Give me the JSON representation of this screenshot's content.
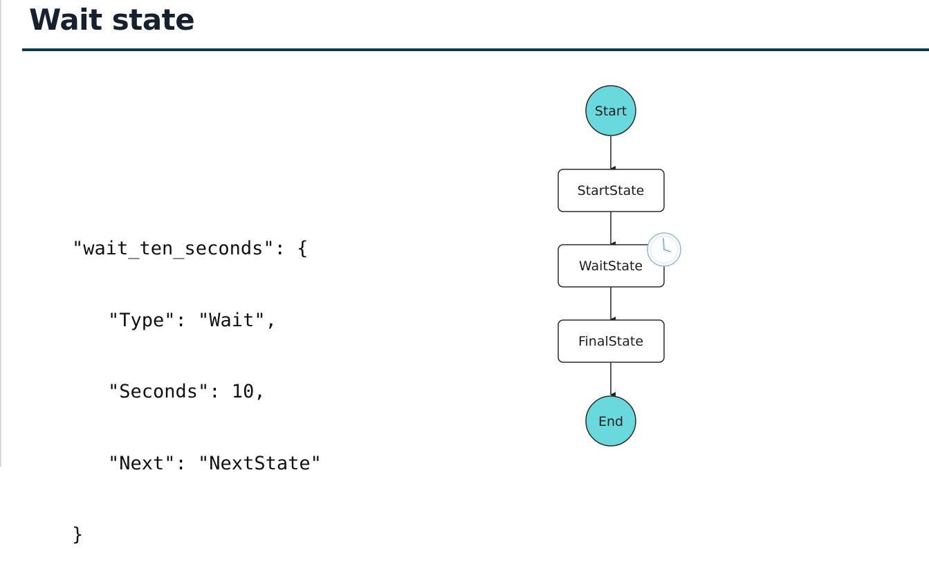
{
  "header": {
    "title": "Wait state"
  },
  "code": {
    "lines": [
      "\"wait_ten_seconds\": {",
      "\"Type\": \"Wait\",",
      "\"Seconds\": 10,",
      "\"Next\": \"NextState\"",
      "}"
    ]
  },
  "diagram": {
    "nodes": {
      "start": "Start",
      "start_state": "StartState",
      "wait_state": "WaitState",
      "final_state": "FinalState",
      "end": "End"
    },
    "colors": {
      "terminal_fill": "#6ad9de",
      "node_stroke": "#2a2a2a",
      "rule": "#0f3a4a",
      "clock": "#7fb3d5"
    },
    "wait_state_icon": "clock-icon"
  }
}
